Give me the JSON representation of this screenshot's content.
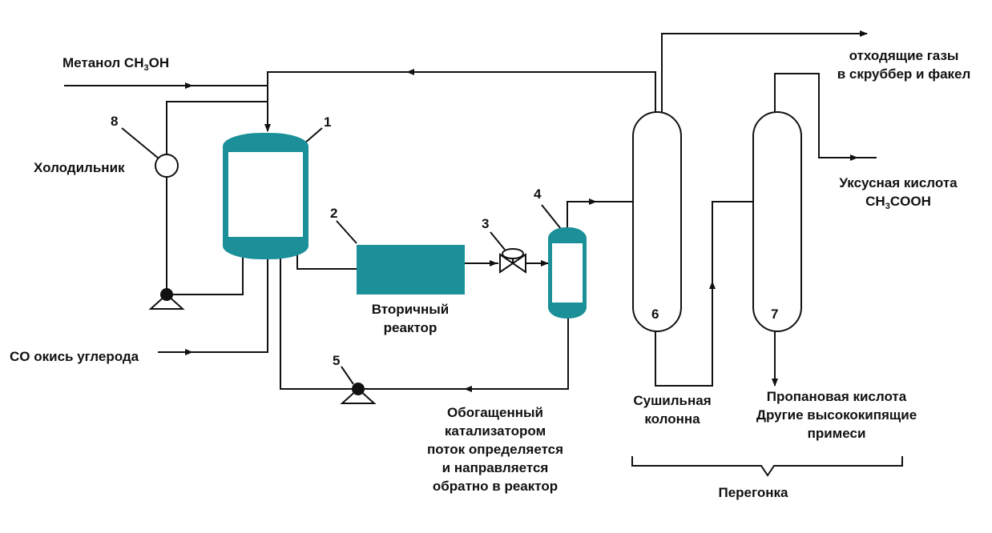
{
  "colors": {
    "vessel": "#1b9099",
    "line": "#111111",
    "background": "#ffffff"
  },
  "labels": {
    "methanol_main": "Метанол CH",
    "methanol_sub": "3",
    "methanol_tail": "OH",
    "co": "CO окись углерода",
    "cooler": "Холодильник",
    "secondary_reactor_1": "Вторичный",
    "secondary_reactor_2": "реактор",
    "catalyst_1": "Обогащенный",
    "catalyst_2": "катализатором",
    "catalyst_3": "поток определяется",
    "catalyst_4": "и направляется",
    "catalyst_5": "обратно в реактор",
    "offgas_1": "отходящие газы",
    "offgas_2": "в скруббер и факел",
    "acetic_1": "Уксусная кислота",
    "acetic_2_main": "CH",
    "acetic_2_sub": "3",
    "acetic_2_tail": "COOH",
    "drying_1": "Сушильная",
    "drying_2": "колонна",
    "propanoic_1": "Пропановая кислота",
    "propanoic_2": "Другие высококипящие",
    "propanoic_3": "примеси",
    "distillation": "Перегонка"
  },
  "numbers": {
    "n1": "1",
    "n2": "2",
    "n3": "3",
    "n4": "4",
    "n5": "5",
    "n6": "6",
    "n7": "7",
    "n8": "8"
  }
}
